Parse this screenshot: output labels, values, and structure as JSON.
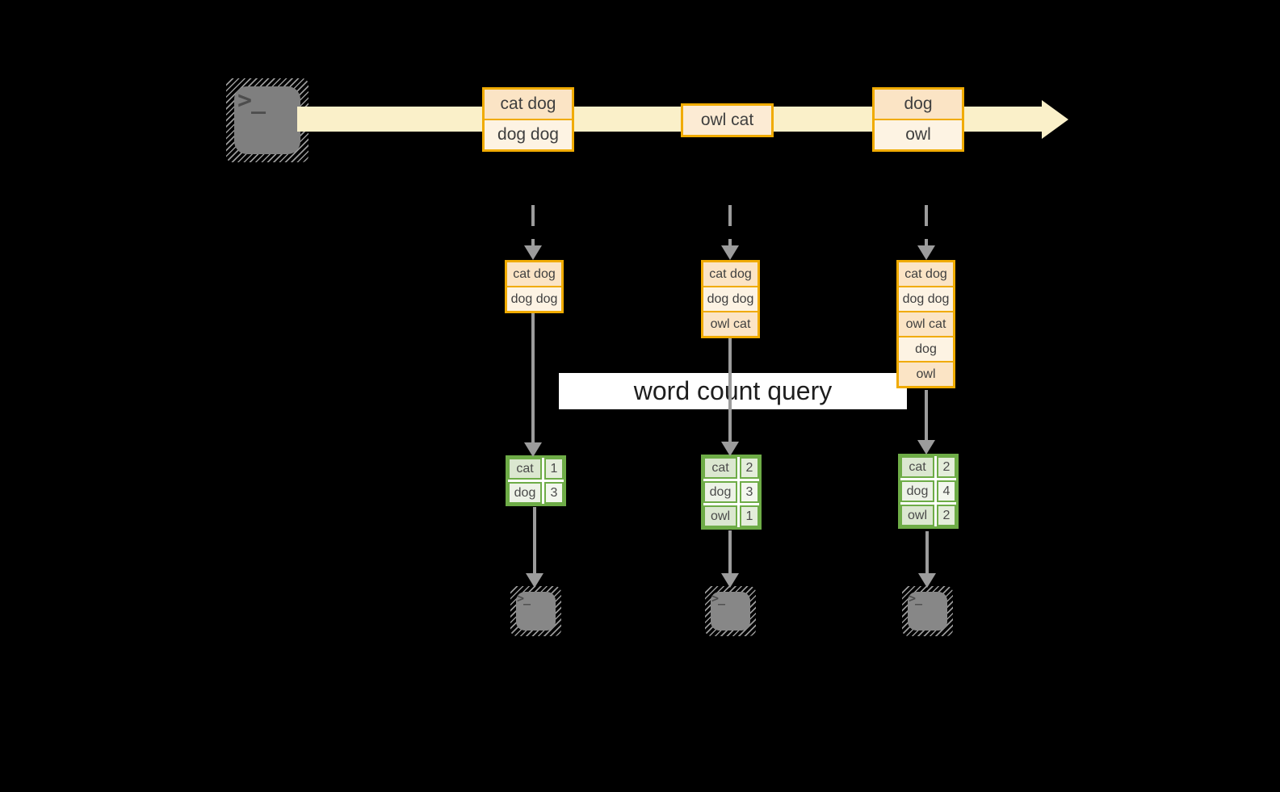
{
  "diagram": {
    "query_bar_label": "word count query",
    "prompt_glyph": ">_",
    "stream_batches": [
      {
        "rows": [
          "cat dog",
          "dog dog"
        ]
      },
      {
        "rows": [
          "owl cat"
        ]
      },
      {
        "rows": [
          "dog",
          "owl"
        ]
      }
    ],
    "columns": [
      {
        "state_rows": [
          "cat dog",
          "dog dog"
        ],
        "count_rows": [
          [
            "cat",
            "1"
          ],
          [
            "dog",
            "3"
          ]
        ]
      },
      {
        "state_rows": [
          "cat dog",
          "dog dog",
          "owl cat"
        ],
        "count_rows": [
          [
            "cat",
            "2"
          ],
          [
            "dog",
            "3"
          ],
          [
            "owl",
            "1"
          ]
        ]
      },
      {
        "state_rows": [
          "cat dog",
          "dog dog",
          "owl cat",
          "dog",
          "owl"
        ],
        "count_rows": [
          [
            "cat",
            "2"
          ],
          [
            "dog",
            "4"
          ],
          [
            "owl",
            "2"
          ]
        ]
      }
    ],
    "colors": {
      "background": "#000000",
      "stream_band": "#FAF0C9",
      "box_border": "#F0AB00",
      "box_fill_peach": "#FBE4C5",
      "box_fill_cream": "#FDF3E3",
      "table_border": "#6EAC47",
      "table_fill_dark": "#DBE7D0",
      "table_fill_light": "#EDF2E7",
      "arrow_grey": "#9C9C9C",
      "terminal_grey": "#7F7F7F",
      "query_bar_bg": "#FFFFFF"
    }
  }
}
